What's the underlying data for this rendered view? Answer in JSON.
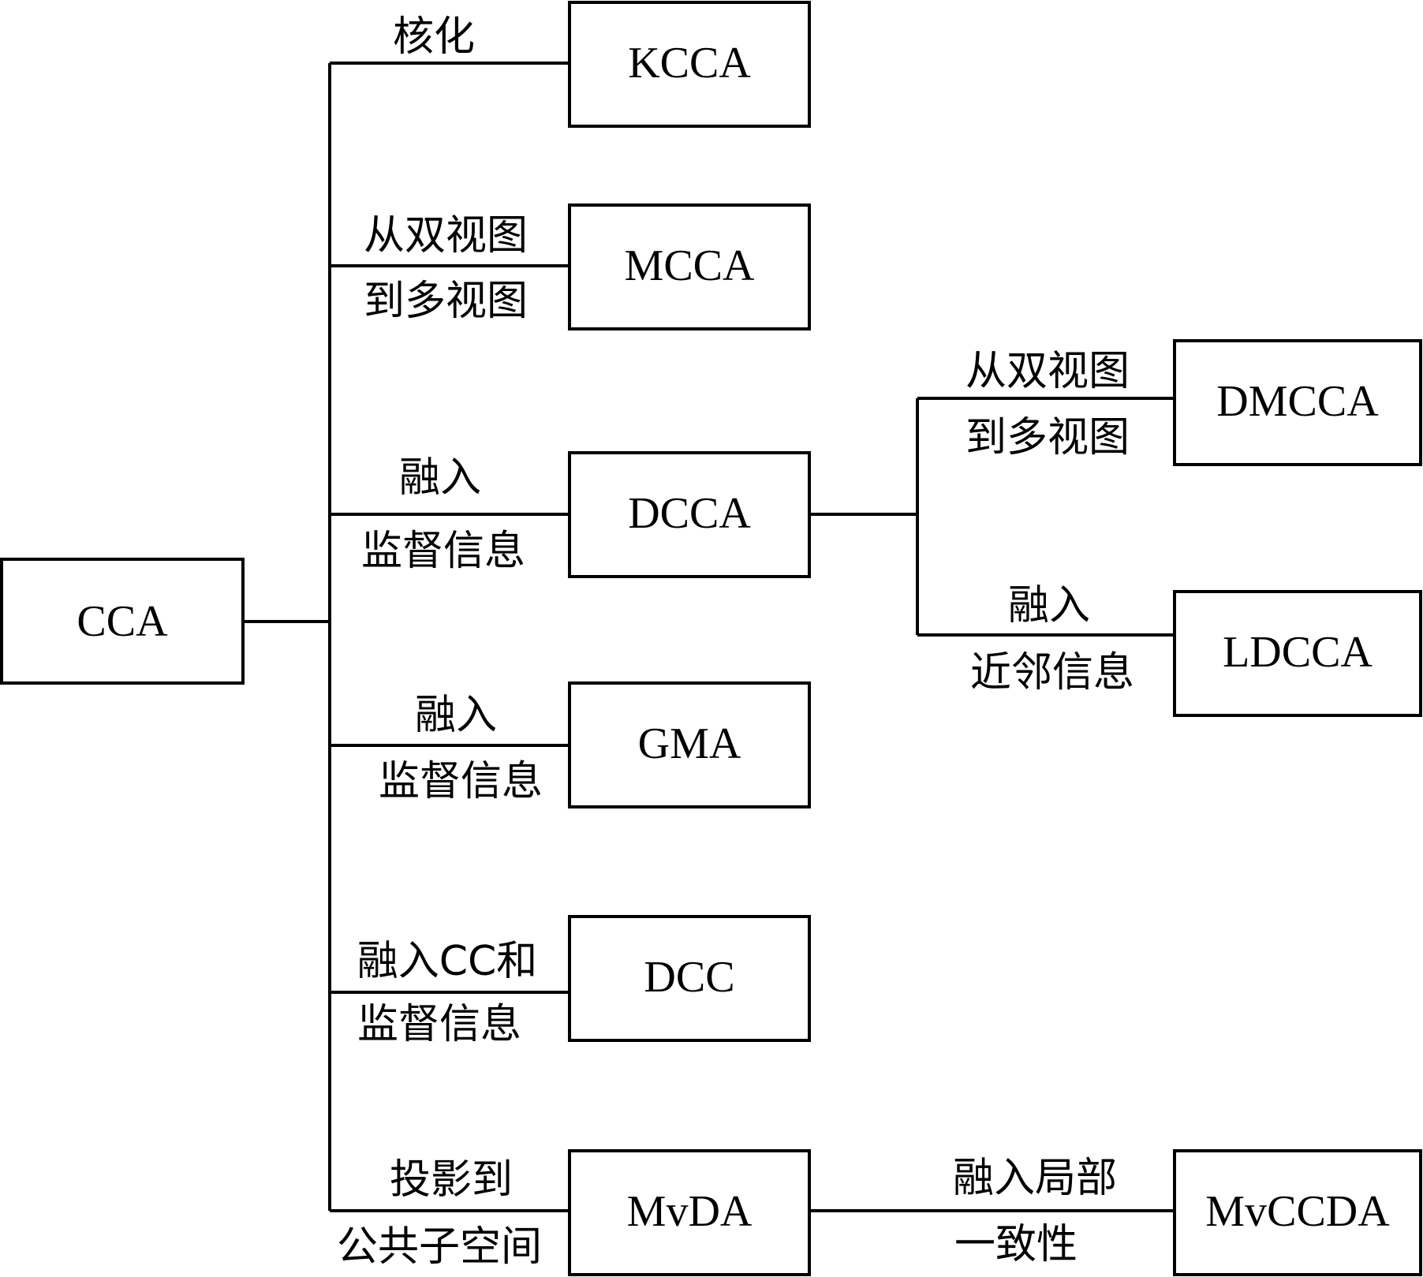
{
  "nodes": {
    "cca": "CCA",
    "kcca": "KCCA",
    "mcca": "MCCA",
    "dcca": "DCCA",
    "gma": "GMA",
    "dcc": "DCC",
    "mvda": "MvDA",
    "dmcca": "DMCCA",
    "ldcca": "LDCCA",
    "mvccda": "MvCCDA"
  },
  "edges": {
    "kcca": [
      "核化"
    ],
    "mcca": [
      "从双视图",
      "到多视图"
    ],
    "dcca": [
      "融入",
      "监督信息"
    ],
    "gma": [
      "融入",
      "监督信息"
    ],
    "dcc": [
      "融入CC和",
      "监督信息"
    ],
    "mvda": [
      "投影到",
      "公共子空间"
    ],
    "dmcca": [
      "从双视图",
      "到多视图"
    ],
    "ldcca": [
      "融入",
      "近邻信息"
    ],
    "mvccda": [
      "融入局部",
      "一致性"
    ]
  }
}
